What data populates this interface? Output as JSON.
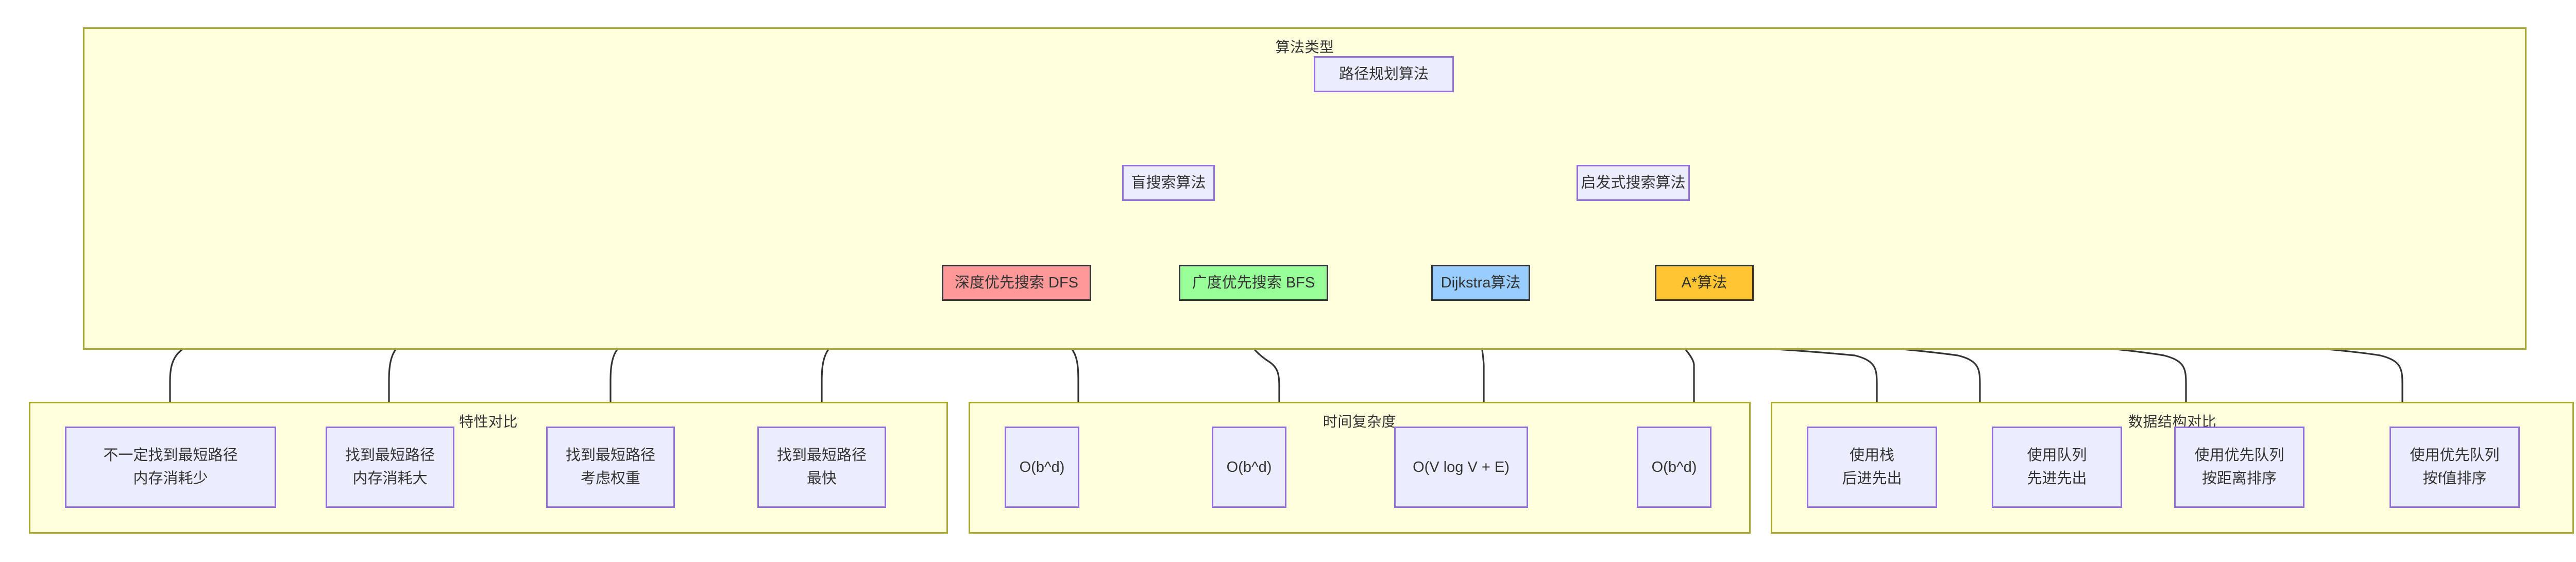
{
  "diagram": {
    "type": "flowchart",
    "direction": "top-down",
    "background": "#ffffff",
    "cluster_fill": "#ffffde",
    "cluster_stroke": "#aaaa33",
    "default_node_fill": "#ececff",
    "default_node_stroke": "#9370db",
    "edge_color": "#333333"
  },
  "clusters": [
    {
      "id": "algo-type",
      "title": "算法类型"
    },
    {
      "id": "feature-cmp",
      "title": "特性对比"
    },
    {
      "id": "time-complex",
      "title": "时间复杂度"
    },
    {
      "id": "datastruct-cmp",
      "title": "数据结构对比"
    }
  ],
  "nodes": {
    "root": {
      "label": "路径规划算法",
      "fill": "#ececff",
      "stroke": "#9370db"
    },
    "blind": {
      "label": "盲搜索算法",
      "fill": "#ececff",
      "stroke": "#9370db"
    },
    "heuristic": {
      "label": "启发式搜索算法",
      "fill": "#ececff",
      "stroke": "#9370db"
    },
    "dfs": {
      "label": "深度优先搜索 DFS",
      "fill": "#ff9999",
      "stroke": "#333333"
    },
    "bfs": {
      "label": "广度优先搜索 BFS",
      "fill": "#99ff99",
      "stroke": "#333333"
    },
    "dijkstra": {
      "label": "Dijkstra算法",
      "fill": "#99ccff",
      "stroke": "#333333"
    },
    "astar": {
      "label": "A*算法",
      "fill": "#ffc533",
      "stroke": "#333333"
    },
    "feat1": {
      "line1": "不一定找到最短路径",
      "line2": "内存消耗少"
    },
    "feat2": {
      "line1": "找到最短路径",
      "line2": "内存消耗大"
    },
    "feat3": {
      "line1": "找到最短路径",
      "line2": "考虑权重"
    },
    "feat4": {
      "line1": "找到最短路径",
      "line2": "最快"
    },
    "tc1": {
      "label": "O(b^d)"
    },
    "tc2": {
      "label": "O(b^d)"
    },
    "tc3": {
      "label": "O(V log V + E)"
    },
    "tc4": {
      "label": "O(b^d)"
    },
    "ds1": {
      "line1": "使用栈",
      "line2": "后进先出"
    },
    "ds2": {
      "line1": "使用队列",
      "line2": "先进先出"
    },
    "ds3": {
      "line1": "使用优先队列",
      "line2": "按距离排序"
    },
    "ds4": {
      "line1": "使用优先队列",
      "line2": "按f值排序"
    }
  },
  "edges": [
    {
      "from": "root",
      "to": "blind"
    },
    {
      "from": "root",
      "to": "heuristic"
    },
    {
      "from": "blind",
      "to": "dfs"
    },
    {
      "from": "blind",
      "to": "bfs"
    },
    {
      "from": "heuristic",
      "to": "dijkstra"
    },
    {
      "from": "heuristic",
      "to": "astar"
    },
    {
      "from": "dfs",
      "to": "feat1"
    },
    {
      "from": "bfs",
      "to": "feat2"
    },
    {
      "from": "dijkstra",
      "to": "feat3"
    },
    {
      "from": "astar",
      "to": "feat4"
    },
    {
      "from": "dfs",
      "to": "tc1"
    },
    {
      "from": "bfs",
      "to": "tc2"
    },
    {
      "from": "dijkstra",
      "to": "tc3"
    },
    {
      "from": "astar",
      "to": "tc4"
    },
    {
      "from": "dfs",
      "to": "ds1"
    },
    {
      "from": "bfs",
      "to": "ds2"
    },
    {
      "from": "dijkstra",
      "to": "ds3"
    },
    {
      "from": "astar",
      "to": "ds4"
    }
  ]
}
